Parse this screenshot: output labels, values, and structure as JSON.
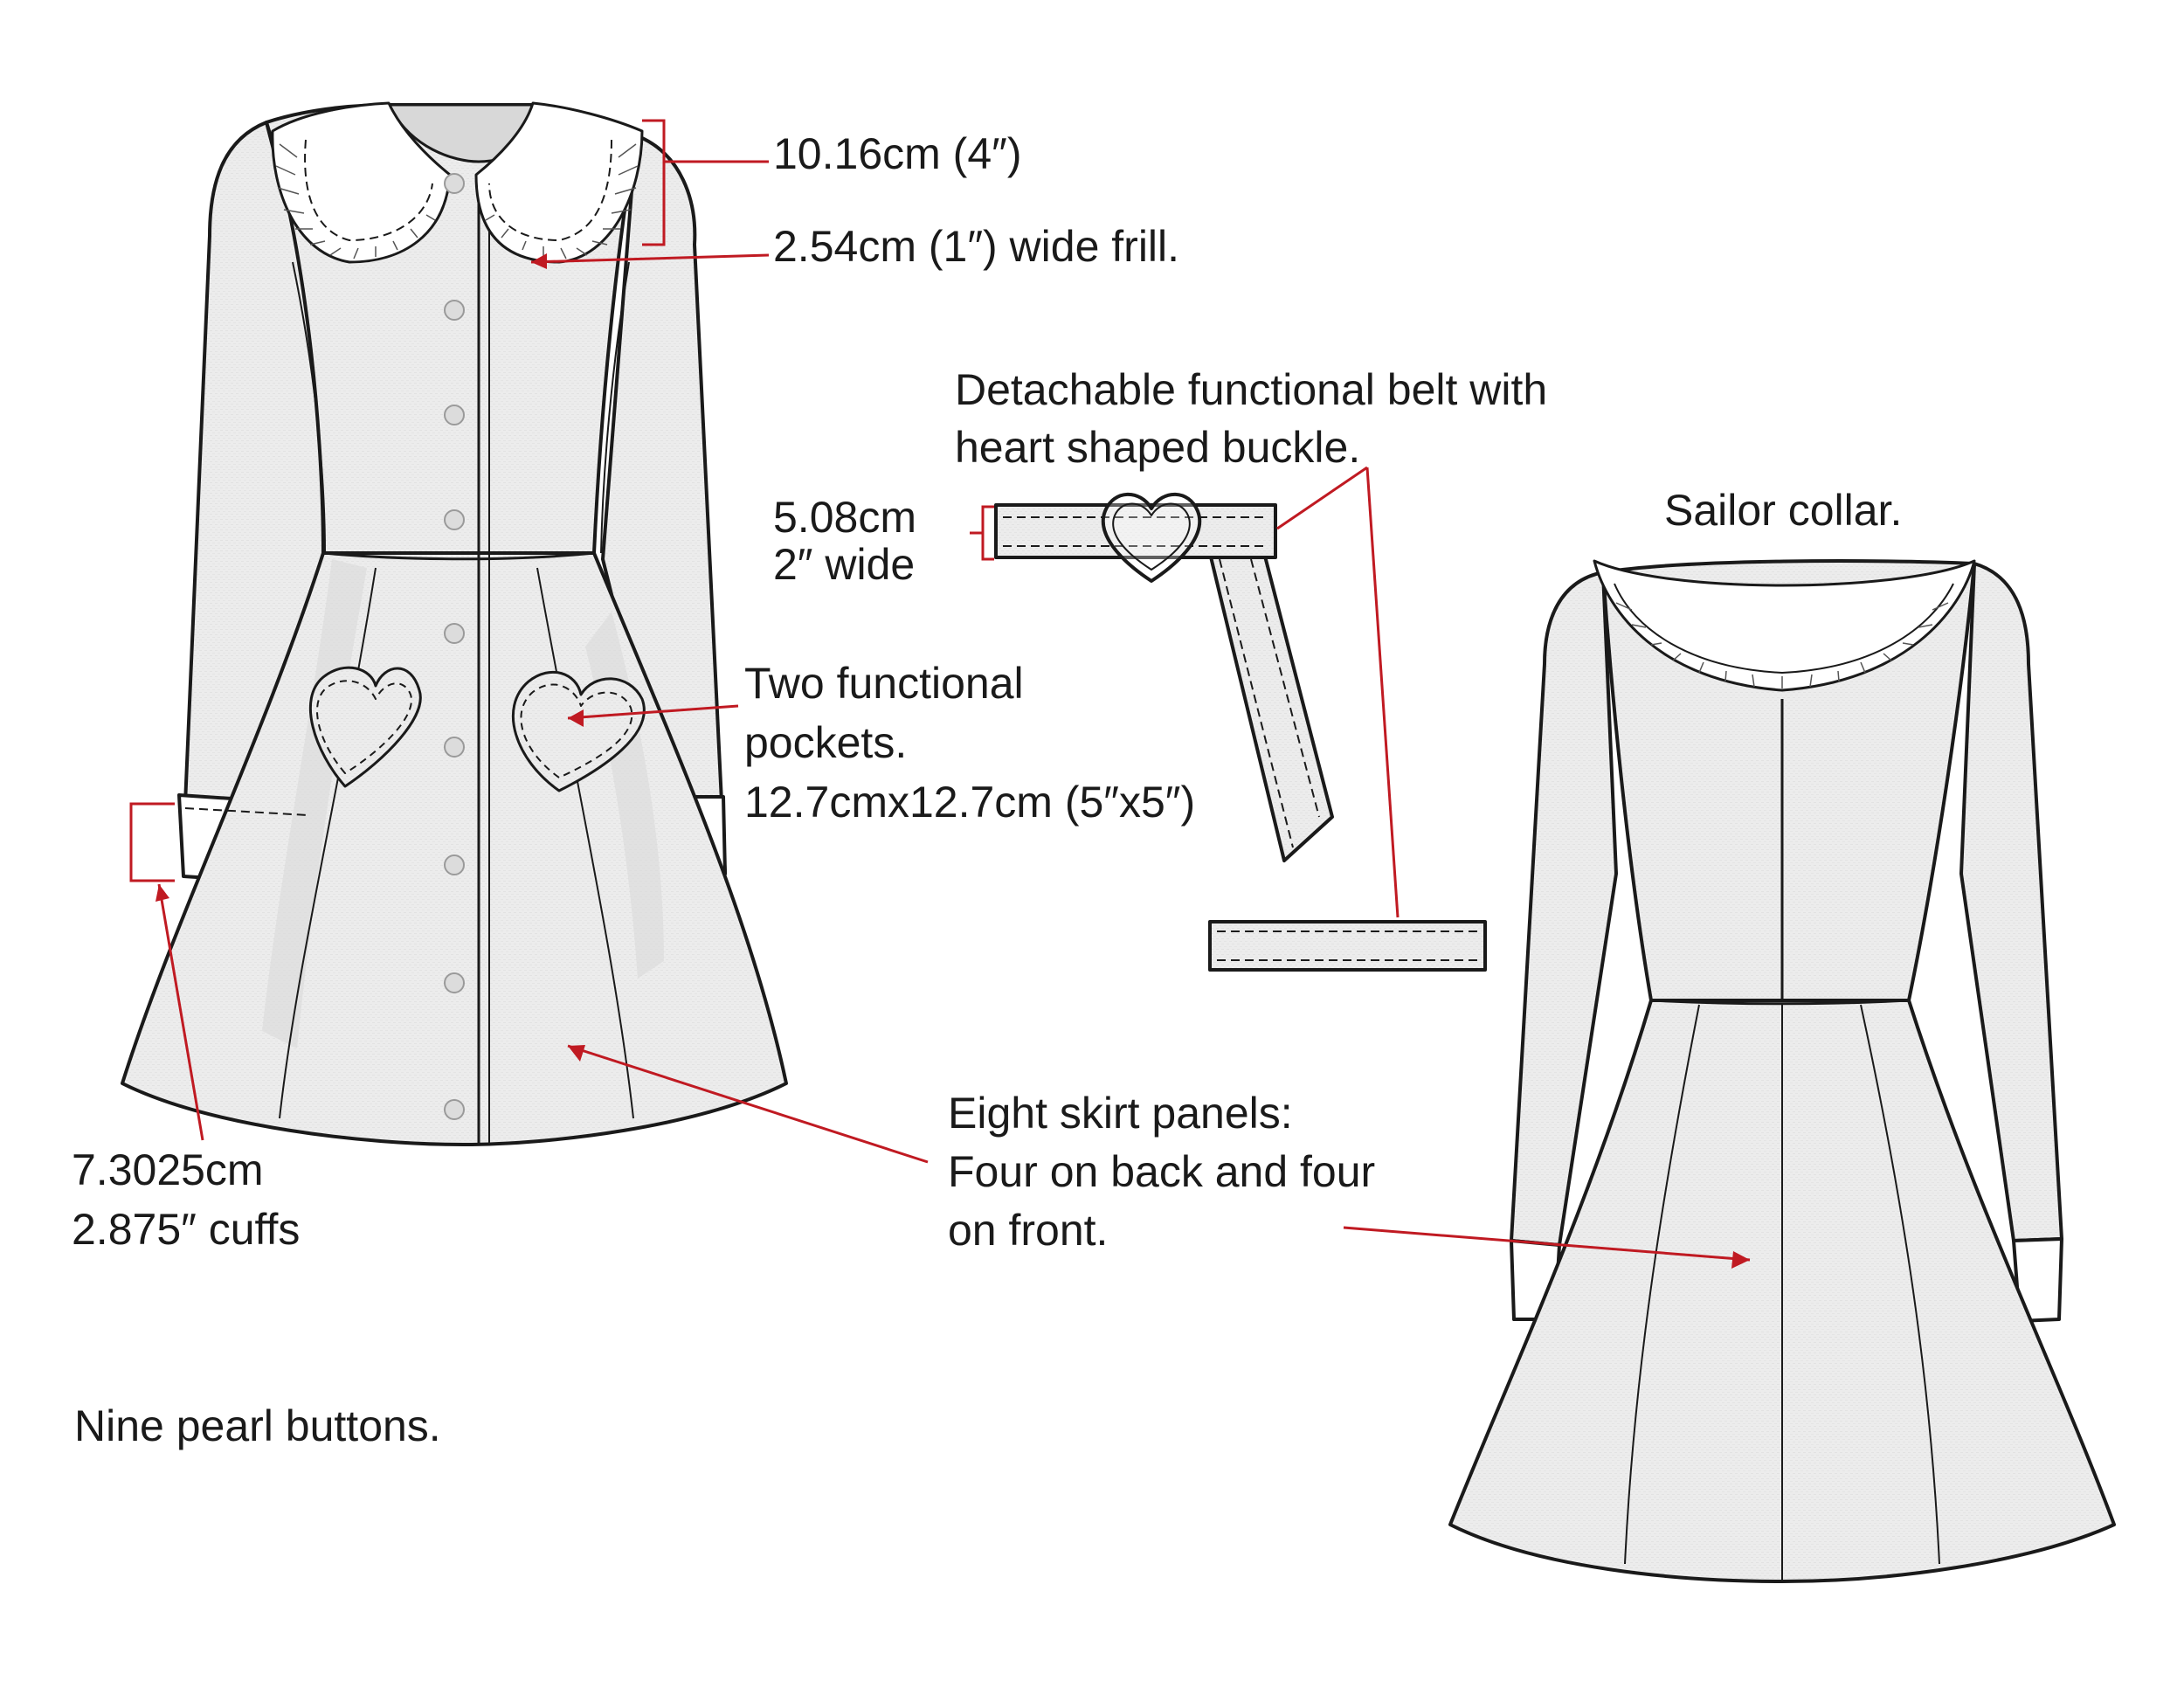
{
  "annotations": {
    "collar_height": "10.16cm (4″)",
    "frill_width": "2.54cm (1″) wide frill.",
    "belt_line1": "Detachable functional belt with",
    "belt_line2": "heart shaped buckle.",
    "belt_width_line1": "5.08cm",
    "belt_width_line2": "2″ wide",
    "sailor_collar": "Sailor collar.",
    "pockets_line1": "Two functional",
    "pockets_line2": "pockets.",
    "pockets_line3": "12.7cmx12.7cm (5″x5″)",
    "panels_line1": "Eight skirt panels:",
    "panels_line2": "Four on back and four",
    "panels_line3": "on front.",
    "cuffs_line1": "7.3025cm",
    "cuffs_line2": "2.875″ cuffs",
    "buttons": "Nine pearl buttons."
  },
  "colors": {
    "fabric": "#ededed",
    "outline": "#1a1a1a",
    "callout": "#c01a22",
    "shadow": "#d6d6d6",
    "white": "#ffffff",
    "button": "#dcdcdc"
  }
}
